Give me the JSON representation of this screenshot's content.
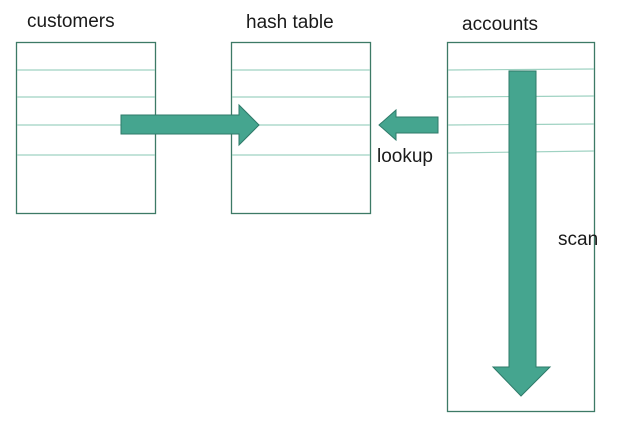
{
  "tables": {
    "customers": {
      "label": "customers"
    },
    "hash_table": {
      "label": "hash table"
    },
    "accounts": {
      "label": "accounts"
    }
  },
  "arrows": {
    "lookup": {
      "label": "lookup"
    },
    "scan": {
      "label": "scan"
    }
  },
  "colors": {
    "box_border": "#3d7a66",
    "row_line": "#9fd2c2",
    "arrow_fill": "#45a58f",
    "arrow_stroke": "#2e7a69"
  }
}
